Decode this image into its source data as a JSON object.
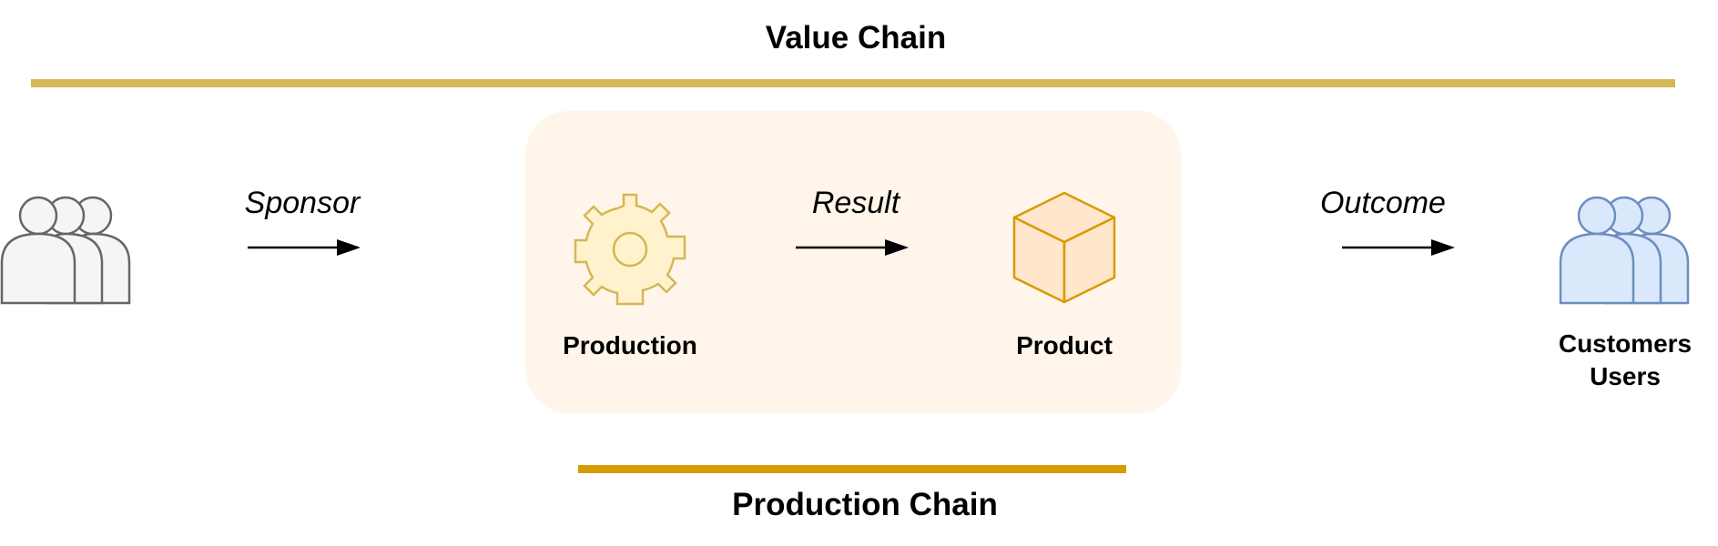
{
  "diagram": {
    "value_chain": {
      "title": "Value Chain"
    },
    "production_chain": {
      "title": "Production Chain"
    },
    "nodes": {
      "sponsors": {
        "icon": "group-users-icon",
        "label": ""
      },
      "production": {
        "icon": "gear-icon",
        "label": "Production"
      },
      "product": {
        "icon": "cube-icon",
        "label": "Product"
      },
      "customers": {
        "icon": "group-users-icon",
        "label_line1": "Customers",
        "label_line2": "Users"
      }
    },
    "edges": {
      "sponsor": "Sponsor",
      "result": "Result",
      "outcome": "Outcome"
    }
  },
  "colors": {
    "value_chain_bar": "#d6b656",
    "production_chain_bar": "#d79b00",
    "panel_fill": "#fff5ea",
    "gear_fill": "#fff2cc",
    "gear_stroke": "#d6b656",
    "cube_fill": "#ffe6cc",
    "cube_stroke": "#d79b00",
    "sponsors_fill": "#f5f5f5",
    "sponsors_stroke": "#666666",
    "customers_fill": "#dae8fc",
    "customers_stroke": "#6c8ebf",
    "arrow": "#000000"
  }
}
